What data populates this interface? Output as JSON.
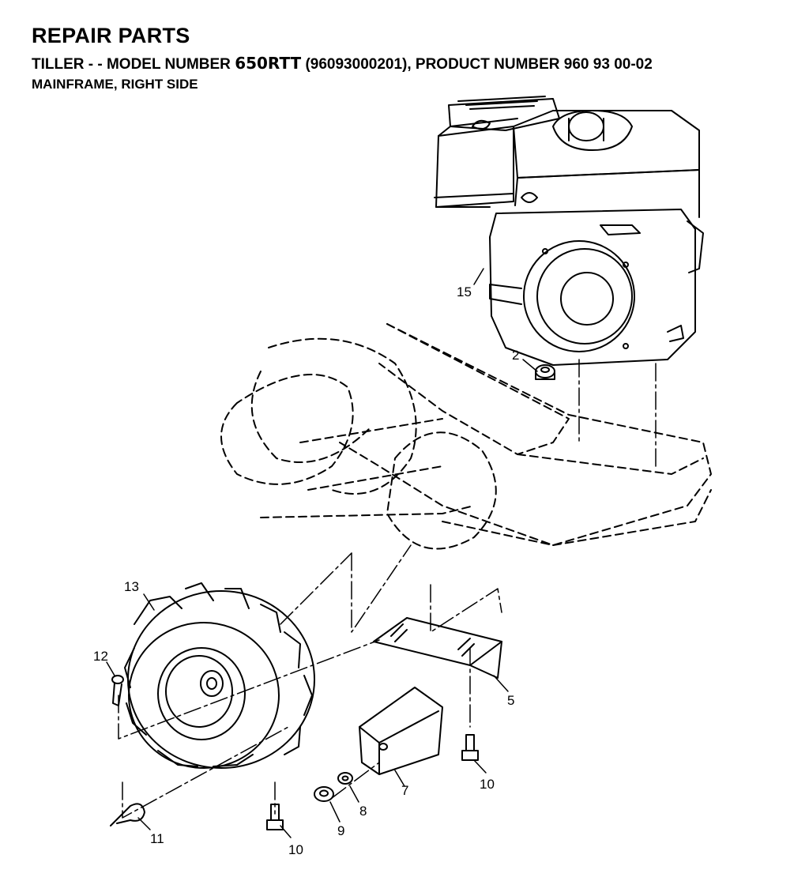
{
  "header": {
    "title": "REPAIR PARTS",
    "subtitle_prefix": "TILLER - - MODEL NUMBER ",
    "model_number": "650RTT",
    "subtitle_suffix": " (96093000201), PRODUCT NUMBER 960 93 00-02",
    "section": "MAINFRAME, RIGHT SIDE"
  },
  "callouts": {
    "c15": "15",
    "c2": "2",
    "c13": "13",
    "c12": "12",
    "c5": "5",
    "c7": "7",
    "c10a": "10",
    "c10b": "10",
    "c8": "8",
    "c9": "9",
    "c11": "11"
  }
}
